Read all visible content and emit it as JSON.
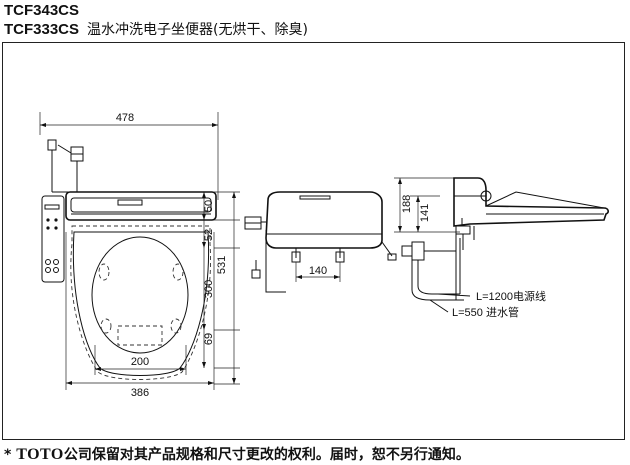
{
  "header": {
    "model_primary": "TCF343CS",
    "model_secondary": "TCF333CS",
    "description": "温水冲洗电子坐便器(无烘干、除臭)"
  },
  "front_view": {
    "dims": {
      "overall_width": "478",
      "seat_width": "386",
      "inner_width": "200",
      "height_50": "50",
      "height_52": "52",
      "height_300": "300",
      "height_69": "69",
      "total_length": "531"
    }
  },
  "rear_view": {
    "dims": {
      "spacing_140": "140"
    }
  },
  "side_view": {
    "dims": {
      "height_188": "188",
      "height_141": "141"
    },
    "callouts": {
      "power_cord": "L=1200电源线",
      "water_hose": "L=550 进水管"
    }
  },
  "footer": {
    "asterisk": "*",
    "brand": "TOTO",
    "notice": "公司保留对其产品规格和尺寸更改的权利。届时，恕不另行通知。"
  }
}
